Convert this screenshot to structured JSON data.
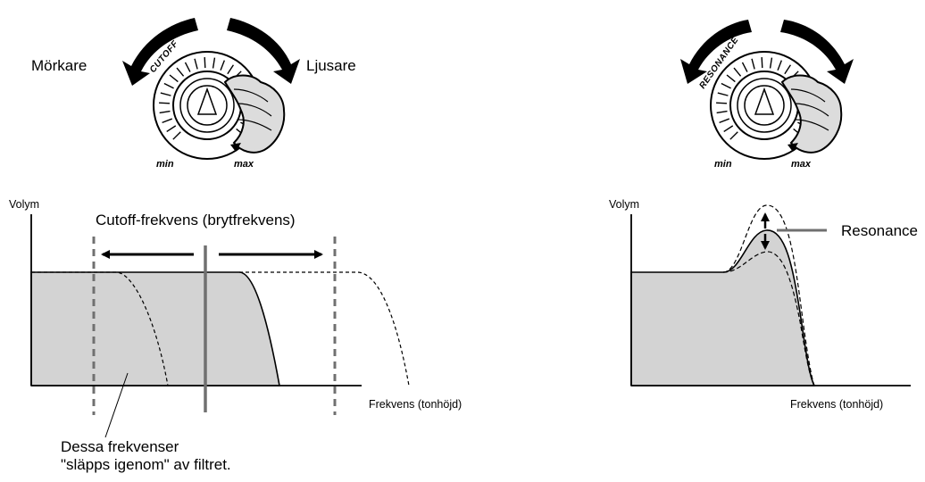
{
  "left": {
    "knob": {
      "name": "CUTOFF",
      "min_label": "min",
      "max_label": "max",
      "left_label": "Mörkare",
      "right_label": "Ljusare"
    },
    "graph": {
      "ylabel": "Volym",
      "xlabel": "Frekvens (tonhöjd)",
      "cutoff_label": "Cutoff-frekvens (brytfrekvens)",
      "note_line1": "Dessa frekvenser",
      "note_line2": "\"släpps igenom\" av filtret."
    }
  },
  "right": {
    "knob": {
      "name": "RESONANCE",
      "min_label": "min",
      "max_label": "max"
    },
    "graph": {
      "ylabel": "Volym",
      "xlabel": "Frekvens (tonhöjd)",
      "resonance_label": "Resonance"
    }
  },
  "colors": {
    "fill": "#d3d3d3",
    "marker_line": "#707070",
    "stroke": "#000000"
  }
}
